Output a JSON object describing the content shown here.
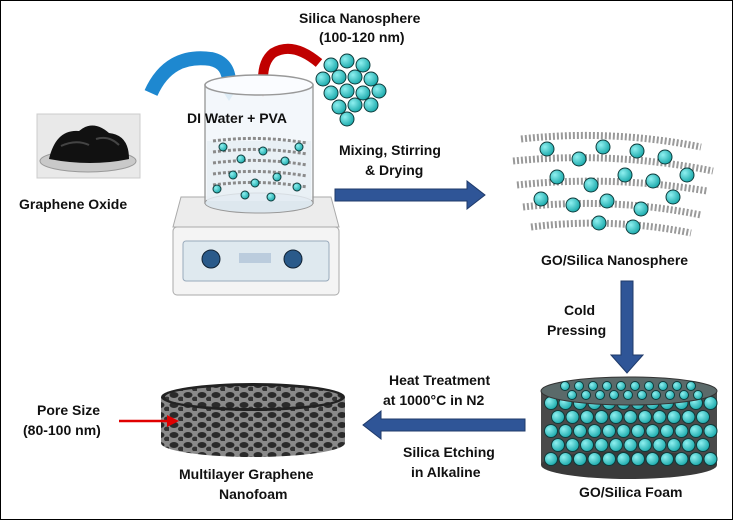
{
  "labels": {
    "silica_nanosphere": "Silica Nanosphere",
    "silica_size": "(100-120 nm)",
    "di_water_pva": "DI Water + PVA",
    "graphene_oxide": "Graphene Oxide",
    "mixing_line1": "Mixing, Stirring",
    "mixing_line2": "& Drying",
    "go_silica_nanosphere": "GO/Silica Nanosphere",
    "cold_line1": "Cold",
    "cold_line2": "Pressing",
    "heat_line1": "Heat Treatment",
    "heat_line2": "at 1000°C in N2",
    "etch_line1": "Silica Etching",
    "etch_line2": "in Alkaline",
    "go_silica_foam": "GO/Silica Foam",
    "multilayer_line1": "Multilayer Graphene",
    "multilayer_line2": "Nanofoam",
    "pore_line1": "Pore Size",
    "pore_line2": "(80-100 nm)"
  },
  "colors": {
    "silica": "#3cc4c4",
    "arrow_blue": "#2f5597",
    "arrow_red": "#c00000",
    "arrow_cyan": "#1e88d0",
    "pore_pointer": "#e00000",
    "foam_body": "#4a4a4a"
  }
}
